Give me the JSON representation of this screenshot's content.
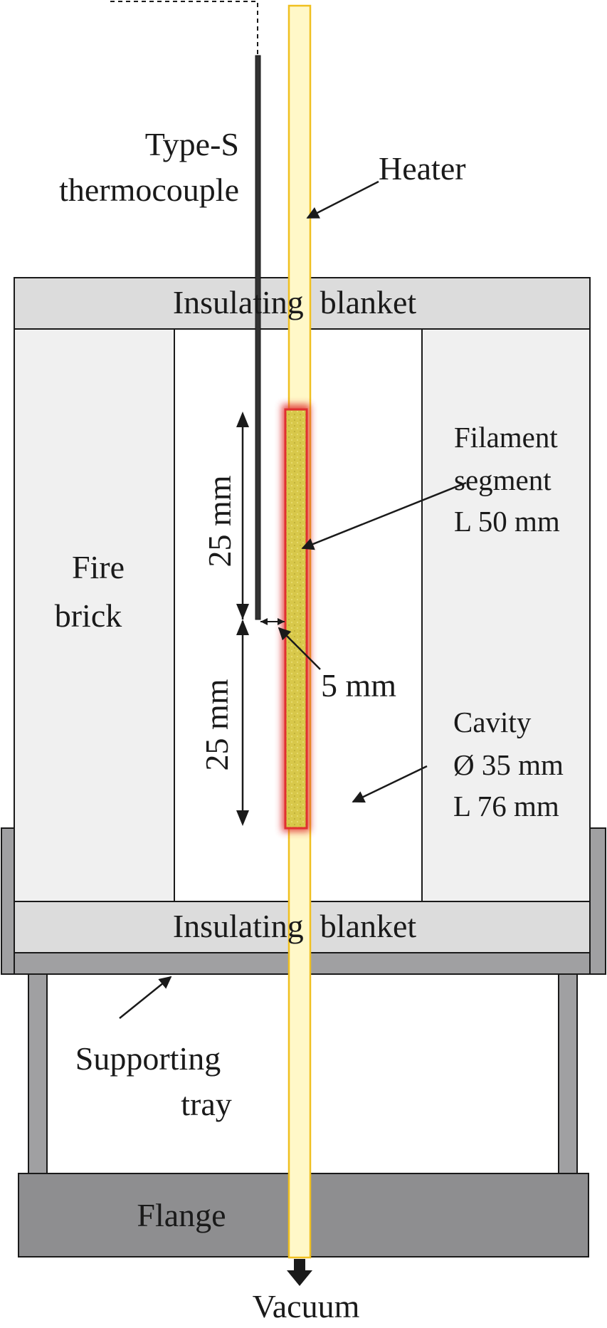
{
  "labels": {
    "thermocouple_line1": "Type-S",
    "thermocouple_line2": "thermocouple",
    "heater": "Heater",
    "blanket_top": "Insulating  blanket",
    "blanket_bottom": "Insulating  blanket",
    "firebrick_line1": "Fire",
    "firebrick_line2": "brick",
    "filament_line1": "Filament",
    "filament_line2": "segment",
    "filament_line3": "L 50 mm",
    "gap": "5 mm",
    "dim_upper": "25 mm",
    "dim_lower": "25 mm",
    "cavity_line1": "Cavity",
    "cavity_line2": "Ø 35 mm",
    "cavity_line3": "L 76 mm",
    "tray_line1": "Supporting",
    "tray_line2": "tray",
    "flange": "Flange",
    "vacuum": "Vacuum"
  },
  "colors": {
    "heater_fill": "#fff8c8",
    "heater_stroke": "#f0c020",
    "filament_fill": "#d8c84a",
    "filament_glow": "#e03030",
    "blanket_fill": "#dcdcdc",
    "brick_fill": "#f0f0f0",
    "tray_fill": "#a0a0a2",
    "flange_fill": "#8e8e90",
    "line": "#1a1a1a"
  }
}
